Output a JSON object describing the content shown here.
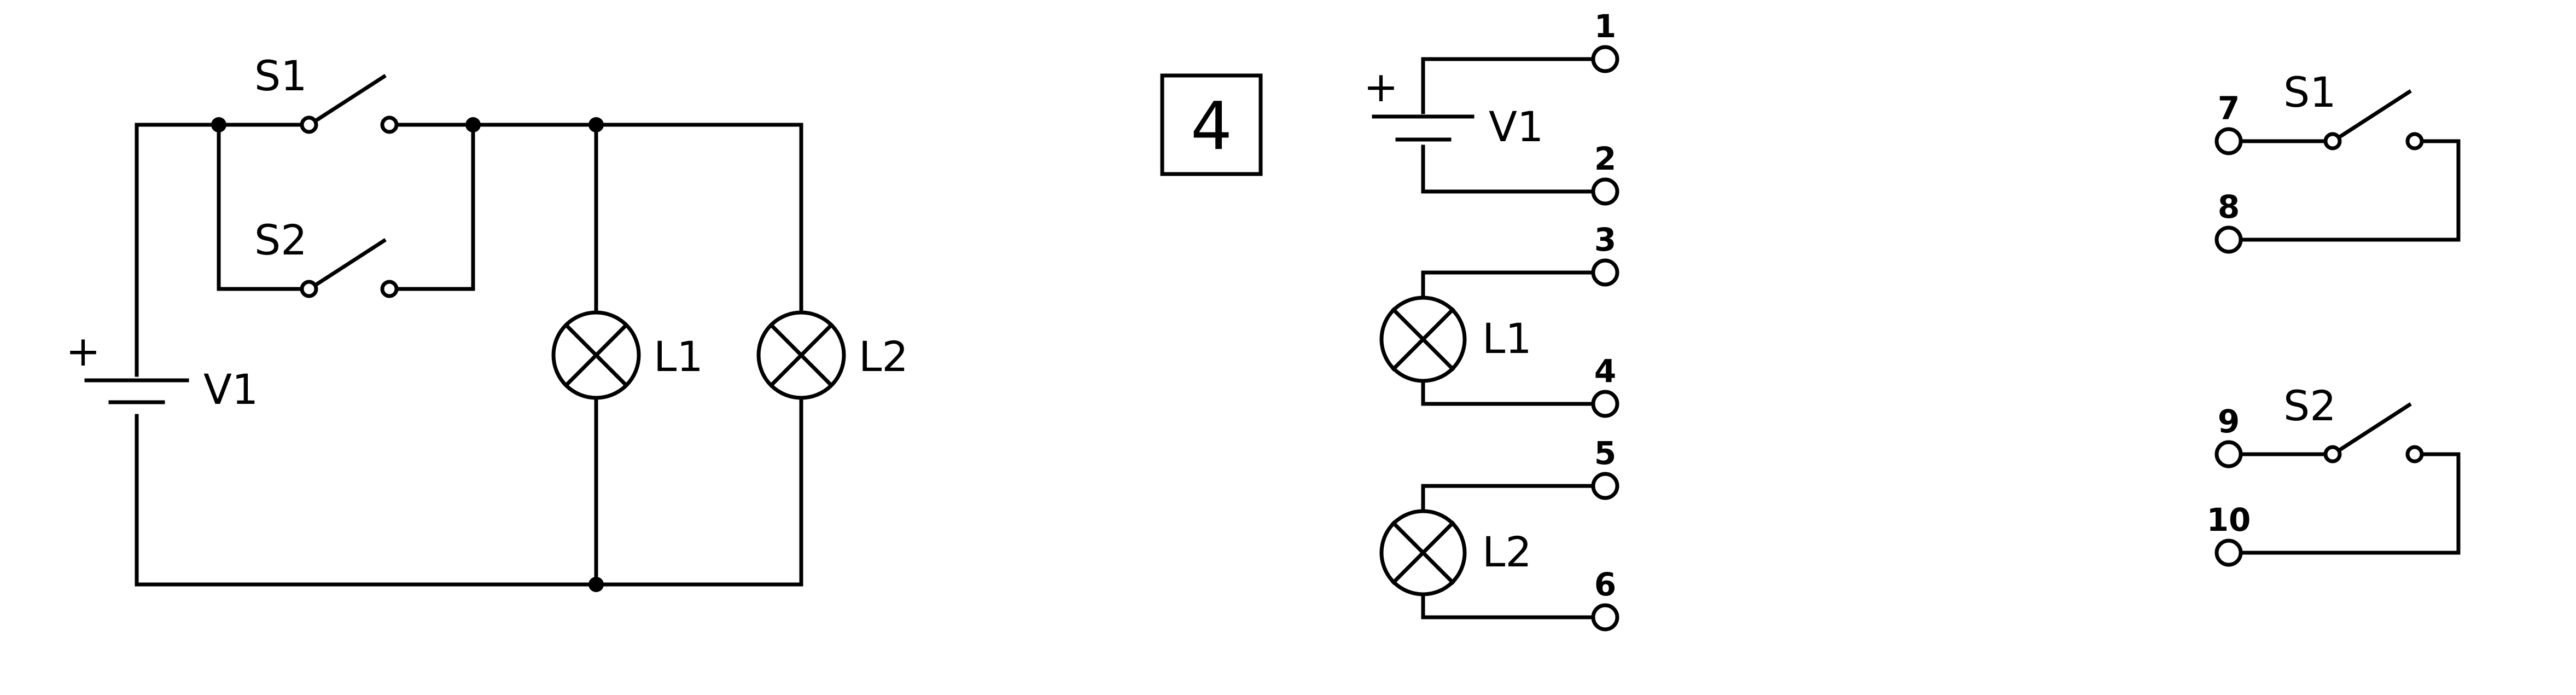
{
  "circuit": {
    "switch_1": "S1",
    "switch_2": "S2",
    "source": "V1",
    "lamp_1": "L1",
    "lamp_2": "L2",
    "polarity": "+"
  },
  "panel": {
    "number": "4"
  },
  "components": {
    "source": "V1",
    "polarity": "+",
    "lamp_1": "L1",
    "lamp_2": "L2",
    "switch_1": "S1",
    "switch_2": "S2"
  },
  "terminals": [
    "1",
    "2",
    "3",
    "4",
    "5",
    "6",
    "7",
    "8",
    "9",
    "10"
  ]
}
